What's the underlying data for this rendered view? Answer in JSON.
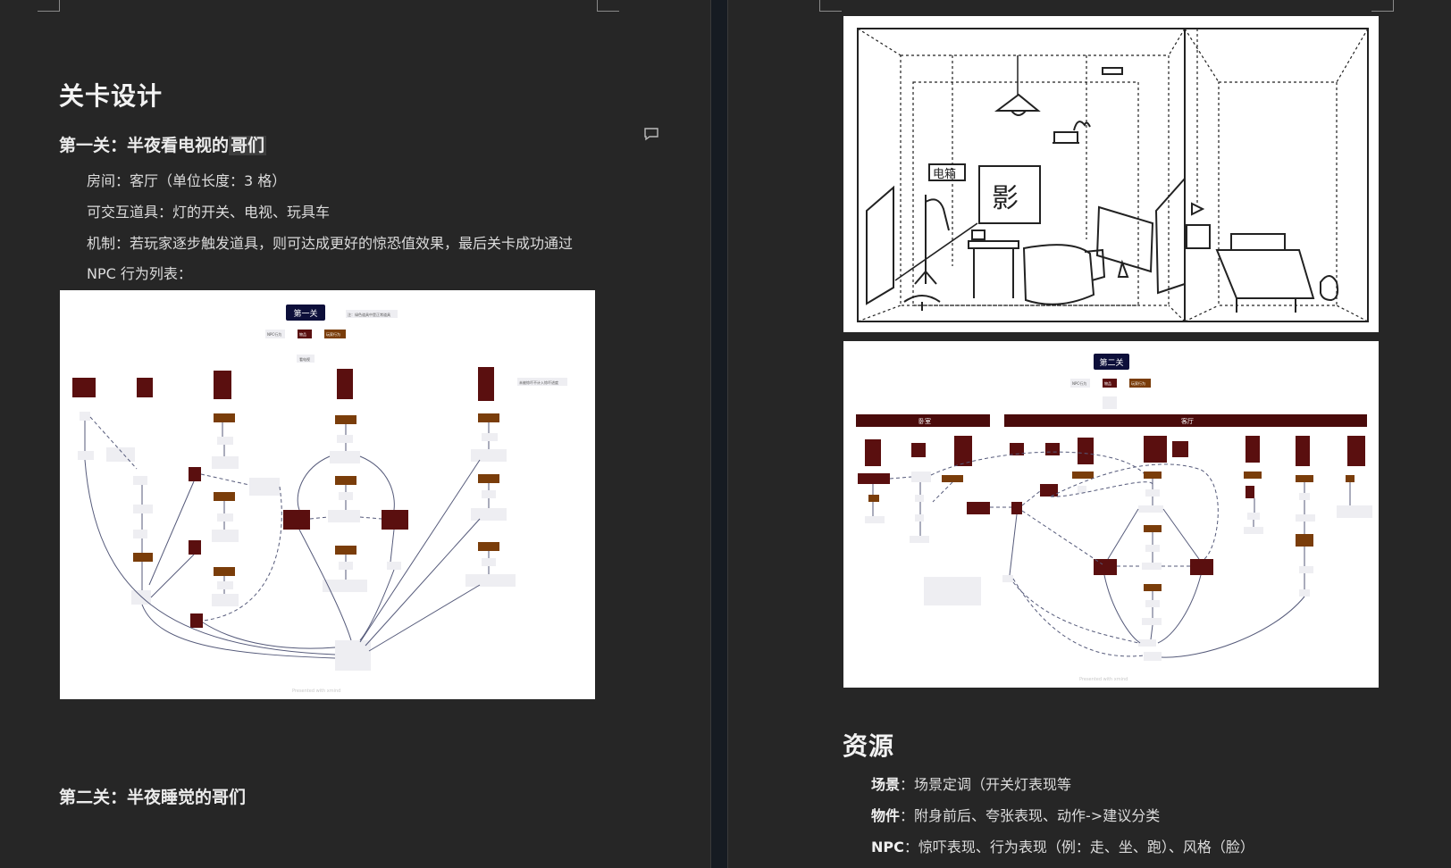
{
  "level_design": {
    "heading": "关卡设计",
    "level1": {
      "title_prefix": "第一关：半夜看电视的",
      "title_highlight": "哥们",
      "room_label": "房间",
      "room_value": "：客厅（单位长度：3 格）",
      "props_label": "可交互道具",
      "props_value": "：灯的开关、电视、玩具车",
      "mechanic_label": "机制",
      "mechanic_value": "：若玩家逐步触发道具，则可达成更好的惊恐值效果，最后关卡成功通过",
      "npc_label": "NPC 行为列表：",
      "diagram": {
        "title": "第一关",
        "note": "注：绿色道具中是正常道具",
        "legend": [
          "NPC行为",
          "物品",
          "玩家行为"
        ],
        "top_node": "看电视",
        "note2": "未被惊吓不计入惊吓进度",
        "watermark": "Presented with xmind"
      }
    },
    "level2": {
      "title": "第二关：半夜睡觉的哥们",
      "diagram": {
        "title": "第二关",
        "legend": [
          "NPC行为",
          "物品",
          "玩家行为"
        ],
        "section_bedroom": "卧室",
        "section_living": "客厅",
        "watermark": "Presented with xmind"
      }
    }
  },
  "sketch": {
    "tv_label": "电箱",
    "poster_label": "影"
  },
  "resources": {
    "heading": "资源",
    "items": [
      {
        "label": "场景",
        "text": "：场景定调（开关灯表现等"
      },
      {
        "label": "物件",
        "text": "：附身前后、夸张表现、动作->建议分类"
      },
      {
        "label": "NPC",
        "text": "：惊吓表现、行为表现（例：走、坐、跑）、风格（脸）"
      }
    ]
  }
}
